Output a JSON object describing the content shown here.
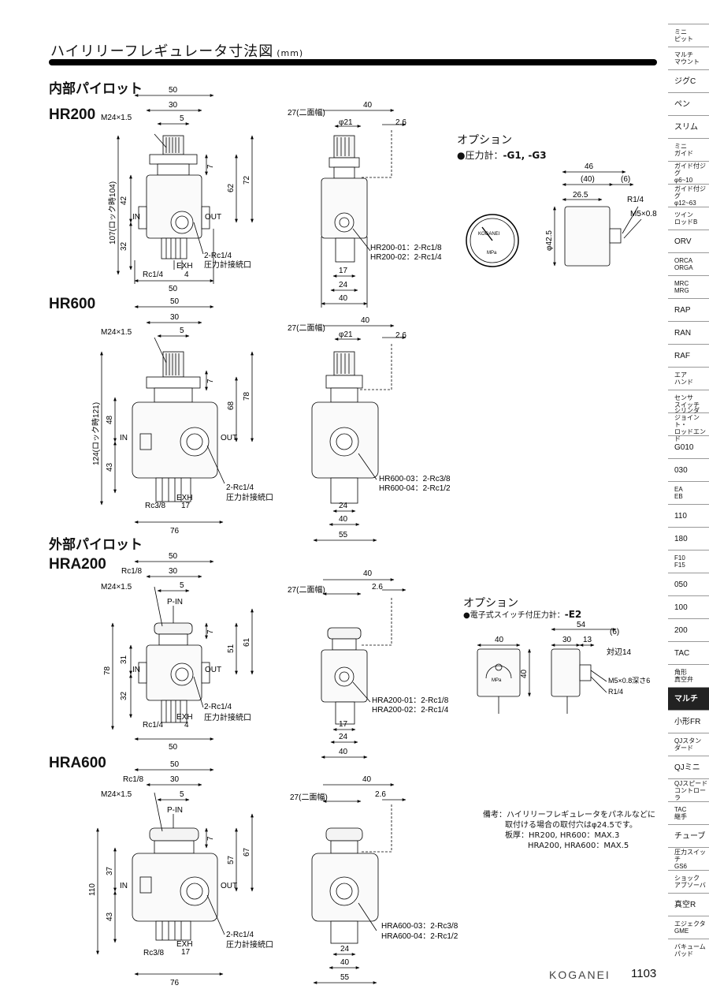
{
  "header": {
    "title": "ハイリリーフレギュレータ寸法図",
    "unit": "(mm)"
  },
  "sections": {
    "internal": "内部パイロット",
    "external": "外部パイロット"
  },
  "models": {
    "hr200": "HR200",
    "hr600": "HR600",
    "hra200": "HRA200",
    "hra600": "HRA600"
  },
  "option1": {
    "heading": "オプション",
    "bullet": "●圧力計：",
    "codes": "-G1, -G3"
  },
  "option2": {
    "heading": "オプション",
    "bullet": "●電子式スイッチ付圧力計：",
    "codes": "-E2"
  },
  "note": {
    "line1": "備考：ハイリリーフレギュレータをパネルなどに",
    "line2": "取付ける場合の取付穴はφ24.5です。",
    "line3": "板厚：HR200, HR600：MAX.3",
    "line4": "HRA200, HRA600：MAX.5"
  },
  "labels": {
    "d50": "50",
    "d30": "30",
    "d5": "5",
    "d7": "7",
    "d4": "4",
    "d17": "17",
    "d24": "24",
    "d40": "40",
    "d55": "55",
    "d76": "76",
    "d42": "42",
    "d32": "32",
    "d62": "62",
    "d72": "72",
    "d48": "48",
    "d43": "43",
    "d68": "68",
    "d78": "78",
    "d31": "31",
    "d51": "51",
    "d61": "61",
    "d37": "37",
    "d57": "57",
    "d67": "67",
    "d110": "110",
    "d2_6": "2.6",
    "m24": "M24×1.5",
    "in": "IN",
    "out": "OUT",
    "exh": "EXH",
    "pin": "P-IN",
    "rc14": "Rc1/4",
    "rc38": "Rc3/8",
    "rc18": "Rc1/8",
    "rc14_2": "2-Rc1/4",
    "gauge_port": "圧力計接続口",
    "nikomen": "27(二面幅)",
    "phi21": "φ21",
    "lock104": "107(ロック時104)",
    "lock121": "124(ロック時121)",
    "hr200_01": "HR200-01：2-Rc1/8",
    "hr200_02": "HR200-02：2-Rc1/4",
    "hr600_03": "HR600-03：2-Rc3/8",
    "hr600_04": "HR600-04：2-Rc1/2",
    "hra200_01": "HRA200-01：2-Rc1/8",
    "hra200_02": "HRA200-02：2-Rc1/4",
    "hra600_03": "HRA600-03：2-Rc3/8",
    "hra600_04": "HRA600-04：2-Rc1/2",
    "g46": "46",
    "g40p": "(40)",
    "g6p": "(6)",
    "g26_5": "26.5",
    "g_r14": "R1/4",
    "g_m5": "M5×0.8",
    "g_phi": "φ42.5",
    "g_brand": "KOGANEI",
    "g_mpa": "MPa",
    "e54": "54",
    "e40": "40",
    "e30": "30",
    "e13": "13",
    "e6p": "(6)",
    "e_taihen": "対辺14",
    "e_m5": "M5×0.8深さ6",
    "e_r14": "R1/4",
    "e_mpa": "MPa"
  },
  "sidebar": [
    "ミニ\nピット",
    "マルチ\nマウント",
    "ジグC",
    "ペン",
    "スリム",
    "ミニ\nガイド",
    "ガイド付ジグ\nφ6~10",
    "ガイド付ジグ\nφ12~63",
    "ツイン\nロッドB",
    "ORV",
    "ORCA\nORGA",
    "MRC\nMRG",
    "RAP",
    "RAN",
    "RAF",
    "エア\nハンド",
    "センサ\nスイッチ",
    "シリンダ\nジョイント・\nロッドエンド",
    "G010",
    "030",
    "EA\nEB",
    "110",
    "180",
    "F10\nF15",
    "050",
    "100",
    "200",
    "TAC",
    "角形\n真空弁",
    "マルチ",
    "小形FR",
    "QJスタン\nダード",
    "QJミニ",
    "QJスピード\nコントローラ",
    "TAC\n継手",
    "チューブ",
    "圧力スイッチ\nGS6",
    "ショック\nアブソーバ",
    "真空R",
    "エジェクタ\nGME",
    "バキューム\nパッド"
  ],
  "footer": {
    "brand": "KOGANEI",
    "page": "1103"
  }
}
